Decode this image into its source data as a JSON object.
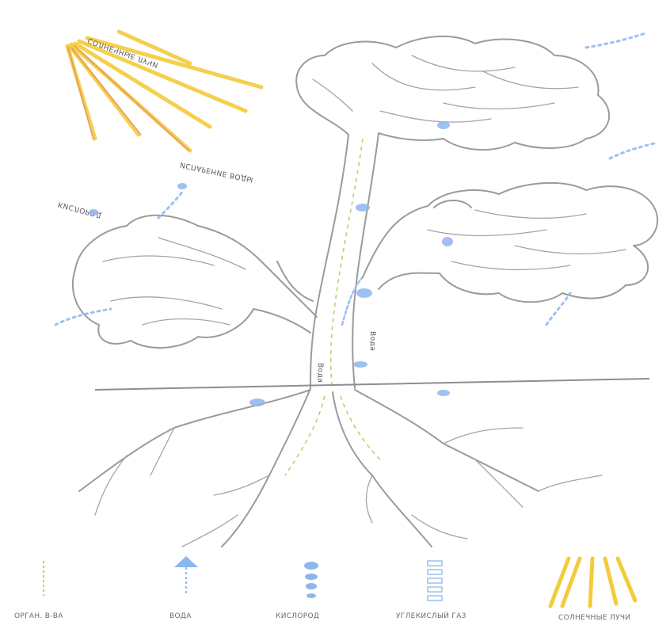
{
  "labels": {
    "sun": "СОЛНЕЧНЫЕ ЛУЧИ",
    "evaporation": "ИСПАРЕНИЕ ВОДЫ",
    "oxygen": "КИСЛОРОД",
    "stem_left": "Вода",
    "stem_right": "Вода"
  },
  "legend": [
    {
      "label": "ОРГАН. В-ВА",
      "icon": "green-dotted-line-icon"
    },
    {
      "label": "ВОДА",
      "icon": "water-arrow-icon"
    },
    {
      "label": "КИСЛОРОД",
      "icon": "oxygen-bubbles-icon"
    },
    {
      "label": "УГЛЕКИСЛЫЙ ГАЗ",
      "icon": "co2-stack-icon"
    },
    {
      "label": "СОЛНЕЧНЫЕ ЛУЧИ",
      "icon": "sun-rays-icon"
    }
  ],
  "colors": {
    "sun": "#f3cc3d",
    "water": "#8db6ee",
    "organic": "#b5d36a",
    "outline": "#9c9a9a"
  }
}
